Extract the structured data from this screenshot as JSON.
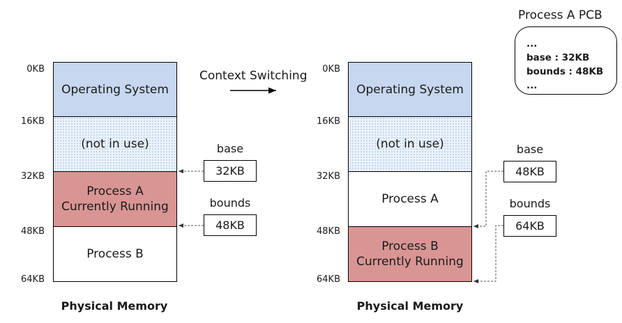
{
  "left_memory": {
    "ticks": [
      "0KB",
      "16KB",
      "32KB",
      "48KB",
      "64KB"
    ],
    "segments": [
      {
        "label": "Operating System",
        "kind": "os"
      },
      {
        "label": "(not in use)",
        "kind": "free"
      },
      {
        "label": "Process A\nCurrently Running",
        "kind": "running"
      },
      {
        "label": "Process B",
        "kind": "plain"
      }
    ],
    "caption": "Physical Memory",
    "base_label": "base",
    "base_value": "32KB",
    "bounds_label": "bounds",
    "bounds_value": "48KB"
  },
  "context_switch_label": "Context Switching",
  "right_memory": {
    "ticks": [
      "0KB",
      "16KB",
      "32KB",
      "48KB",
      "64KB"
    ],
    "segments": [
      {
        "label": "Operating System",
        "kind": "os"
      },
      {
        "label": "(not in use)",
        "kind": "free"
      },
      {
        "label": "Process A",
        "kind": "plain"
      },
      {
        "label": "Process B\nCurrently Running",
        "kind": "running"
      }
    ],
    "caption": "Physical Memory",
    "base_label": "base",
    "base_value": "48KB",
    "bounds_label": "bounds",
    "bounds_value": "64KB"
  },
  "pcb": {
    "title": "Process A PCB",
    "lines": [
      "...",
      "base : 32KB",
      "bounds : 48KB",
      "..."
    ]
  },
  "colors": {
    "os": "#c6d7ef",
    "free": "#eaf2fb",
    "running": "#d99594"
  }
}
